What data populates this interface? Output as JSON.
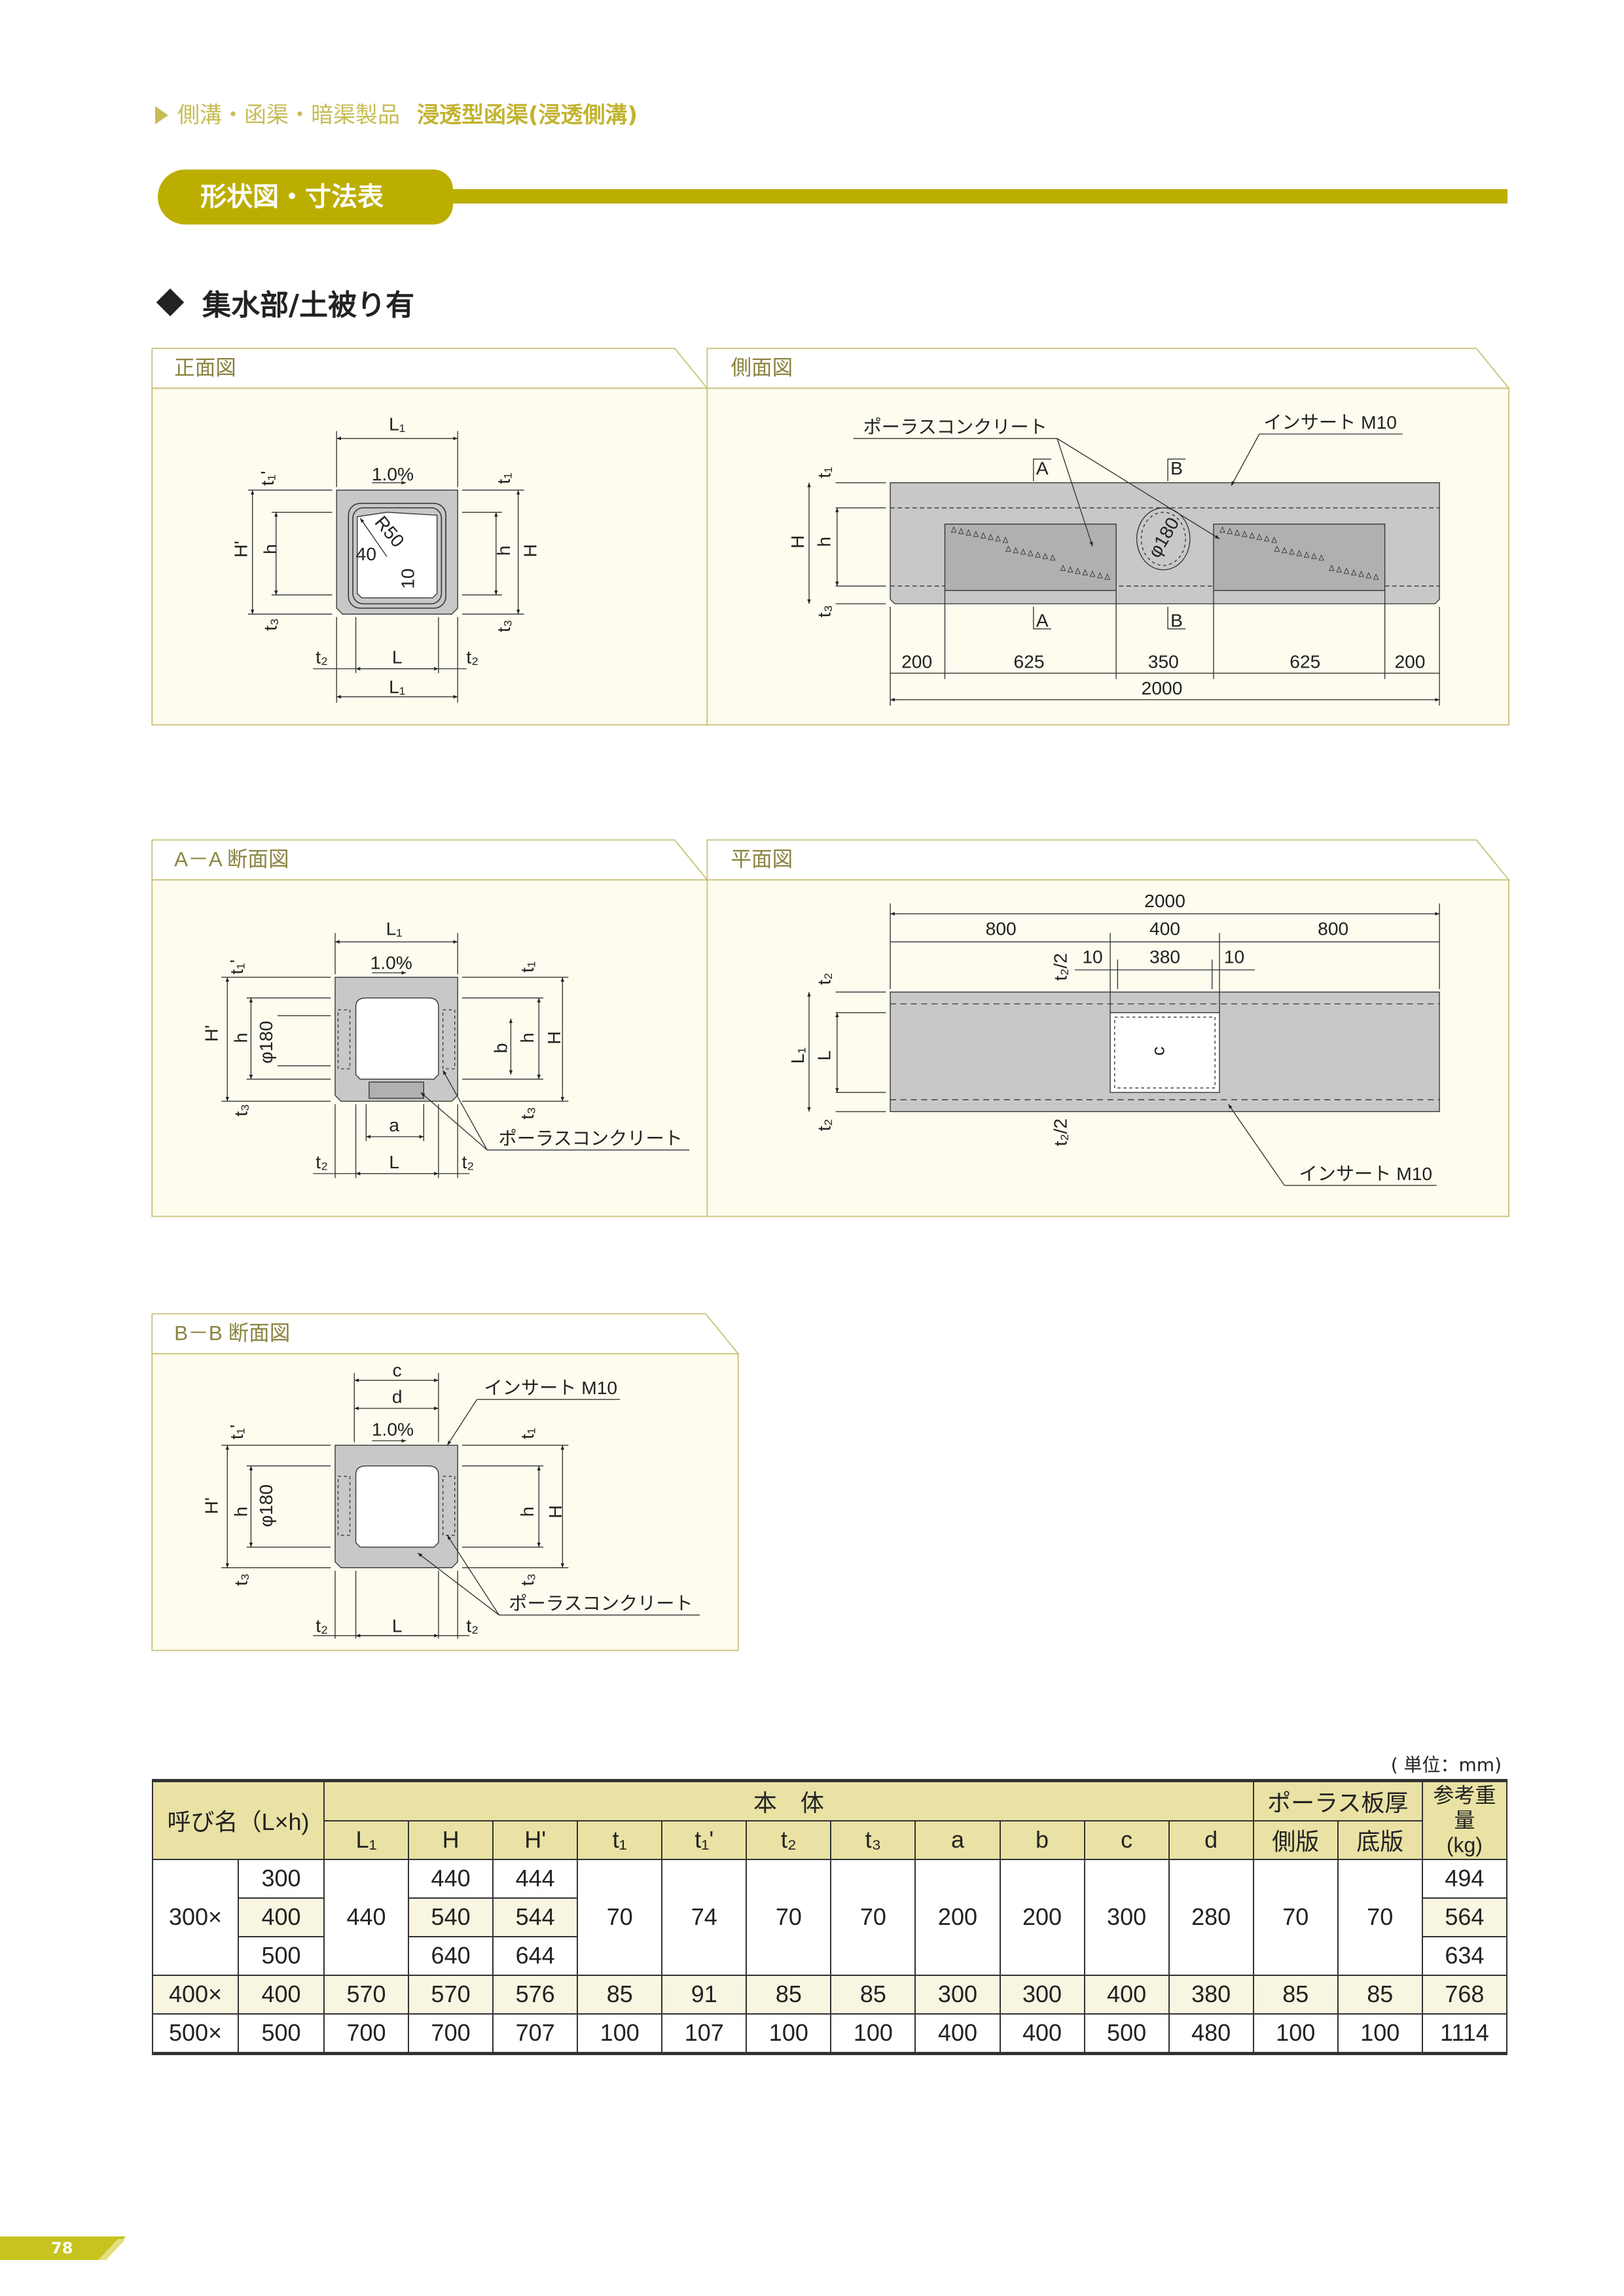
{
  "header": {
    "breadcrumb_category": "側溝・函渠・暗渠製品",
    "breadcrumb_product": "浸透型函渠(浸透側溝)",
    "section_title": "形状図・寸法表",
    "subheading": "集水部/土被り有"
  },
  "colors": {
    "accent": "#bcae00",
    "panel_border": "#c9c27a",
    "panel_bg": "#fdfcee",
    "table_header": "#e9e2a4",
    "concrete": "#c8c8c8",
    "porous": "#b0b0b0"
  },
  "front": {
    "title": "正面図",
    "L1": "L₁",
    "slope": "1.0%",
    "t1p": "t₁'",
    "Hp": "H'",
    "h": "h",
    "t3": "t₃",
    "t1": "t₁",
    "H": "H",
    "t2": "t₂",
    "L": "L",
    "r50": "R50",
    "d40": "40",
    "d10": "10"
  },
  "side": {
    "title": "側面図",
    "porous": "ポーラスコンクリート",
    "insert": "インサート M10",
    "sectionA": "A",
    "sectionB": "B",
    "t1": "t₁",
    "H": "H",
    "h": "h",
    "t3": "t₃",
    "phi": "φ180",
    "dims": [
      "200",
      "625",
      "350",
      "625",
      "200"
    ],
    "total": "2000"
  },
  "aa": {
    "title": "A－A 断面図",
    "L1": "L₁",
    "slope": "1.0%",
    "t1p": "t₁'",
    "Hp": "H'",
    "h": "h",
    "phi": "φ180",
    "t3": "t₃",
    "t1": "t₁",
    "b": "b",
    "H": "H",
    "a": "a",
    "porous": "ポーラスコンクリート",
    "t2": "t₂",
    "L": "L"
  },
  "plan": {
    "title": "平面図",
    "total": "2000",
    "d800": "800",
    "d400": "400",
    "d10": "10",
    "d380": "380",
    "t2half": "t₂/2",
    "t2": "t₂",
    "L1": "L₁",
    "L": "L",
    "c": "c",
    "insert": "インサート M10"
  },
  "bb": {
    "title": "B－B 断面図",
    "c": "c",
    "d": "d",
    "slope": "1.0%",
    "insert": "インサート M10",
    "t1p": "t₁'",
    "Hp": "H'",
    "h": "h",
    "phi": "φ180",
    "t3": "t₃",
    "t1": "t₁",
    "H": "H",
    "porous": "ポーラスコンクリート",
    "t2": "t₂",
    "L": "L"
  },
  "table": {
    "unit": "( 単位：mm)",
    "headers": {
      "name": "呼び名（L×h)",
      "body": "本　体",
      "porous": "ポーラス板厚",
      "weight": "参考重量",
      "weight_unit": "(kg)",
      "cols": [
        "L₁",
        "H",
        "H'",
        "t₁",
        "t₁'",
        "t₂",
        "t₃",
        "a",
        "b",
        "c",
        "d",
        "側版",
        "底版"
      ]
    },
    "series300": {
      "prefix": "300×",
      "L1": "440",
      "t1": "70",
      "t1p": "74",
      "t2": "70",
      "t3": "70",
      "a": "200",
      "b": "200",
      "c": "300",
      "d": "280",
      "side": "70",
      "bottom": "70",
      "rows": [
        {
          "h": "300",
          "H": "440",
          "Hp": "444",
          "kg": "494"
        },
        {
          "h": "400",
          "H": "540",
          "Hp": "544",
          "kg": "564"
        },
        {
          "h": "500",
          "H": "640",
          "Hp": "644",
          "kg": "634"
        }
      ]
    },
    "rows": [
      [
        "400×",
        "400",
        "570",
        "570",
        "576",
        "85",
        "91",
        "85",
        "85",
        "300",
        "300",
        "400",
        "380",
        "85",
        "85",
        "768"
      ],
      [
        "500×",
        "500",
        "700",
        "700",
        "707",
        "100",
        "107",
        "100",
        "100",
        "400",
        "400",
        "500",
        "480",
        "100",
        "100",
        "1114"
      ]
    ]
  },
  "page_number": "78"
}
